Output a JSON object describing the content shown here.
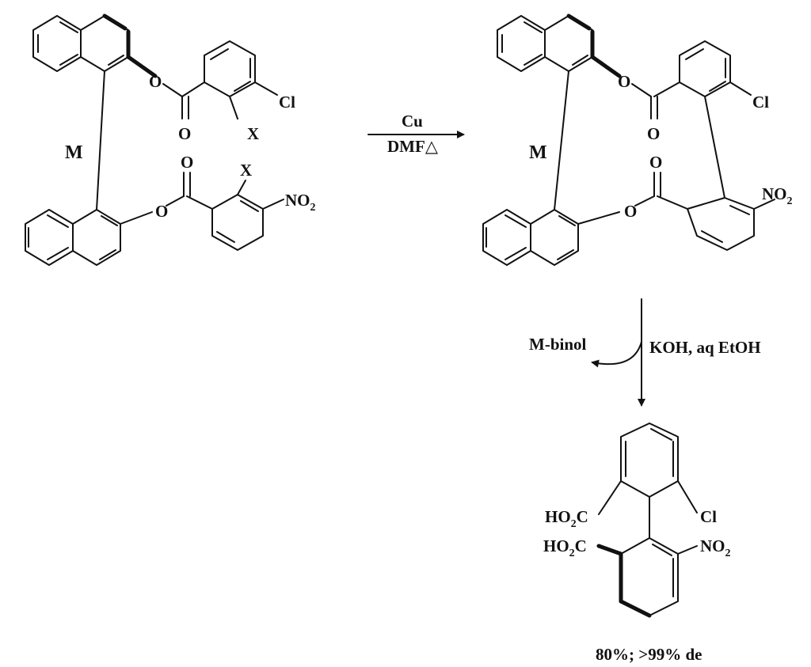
{
  "reactant": {
    "chirality_label": "M",
    "ester_oxygen_top": "O",
    "carbonyl_oxygen_top": "O",
    "substituent_x_top": "X",
    "chloro": "Cl",
    "ester_oxygen_bottom": "O",
    "carbonyl_oxygen_bottom": "O",
    "substituent_x_bottom": "X",
    "nitro": "NO",
    "nitro_subscript": "2"
  },
  "reaction_1": {
    "reagent": "Cu",
    "conditions": "DMF",
    "heat_symbol": "△"
  },
  "intermediate": {
    "chirality_label": "M",
    "ester_oxygen_top": "O",
    "carbonyl_oxygen_top": "O",
    "chloro": "Cl",
    "ester_oxygen_bottom": "O",
    "carbonyl_oxygen_bottom": "O",
    "nitro": "NO",
    "nitro_subscript": "2"
  },
  "reaction_2": {
    "byproduct": "M-binol",
    "conditions": "KOH, aq EtOH"
  },
  "product": {
    "acid_top": "HO",
    "acid_top_subscript": "2",
    "acid_top_tail": "C",
    "acid_bottom": "HO",
    "acid_bottom_subscript": "2",
    "acid_bottom_tail": "C",
    "chloro": "Cl",
    "nitro": "NO",
    "nitro_subscript": "2",
    "yield": "80%; >99% de"
  }
}
